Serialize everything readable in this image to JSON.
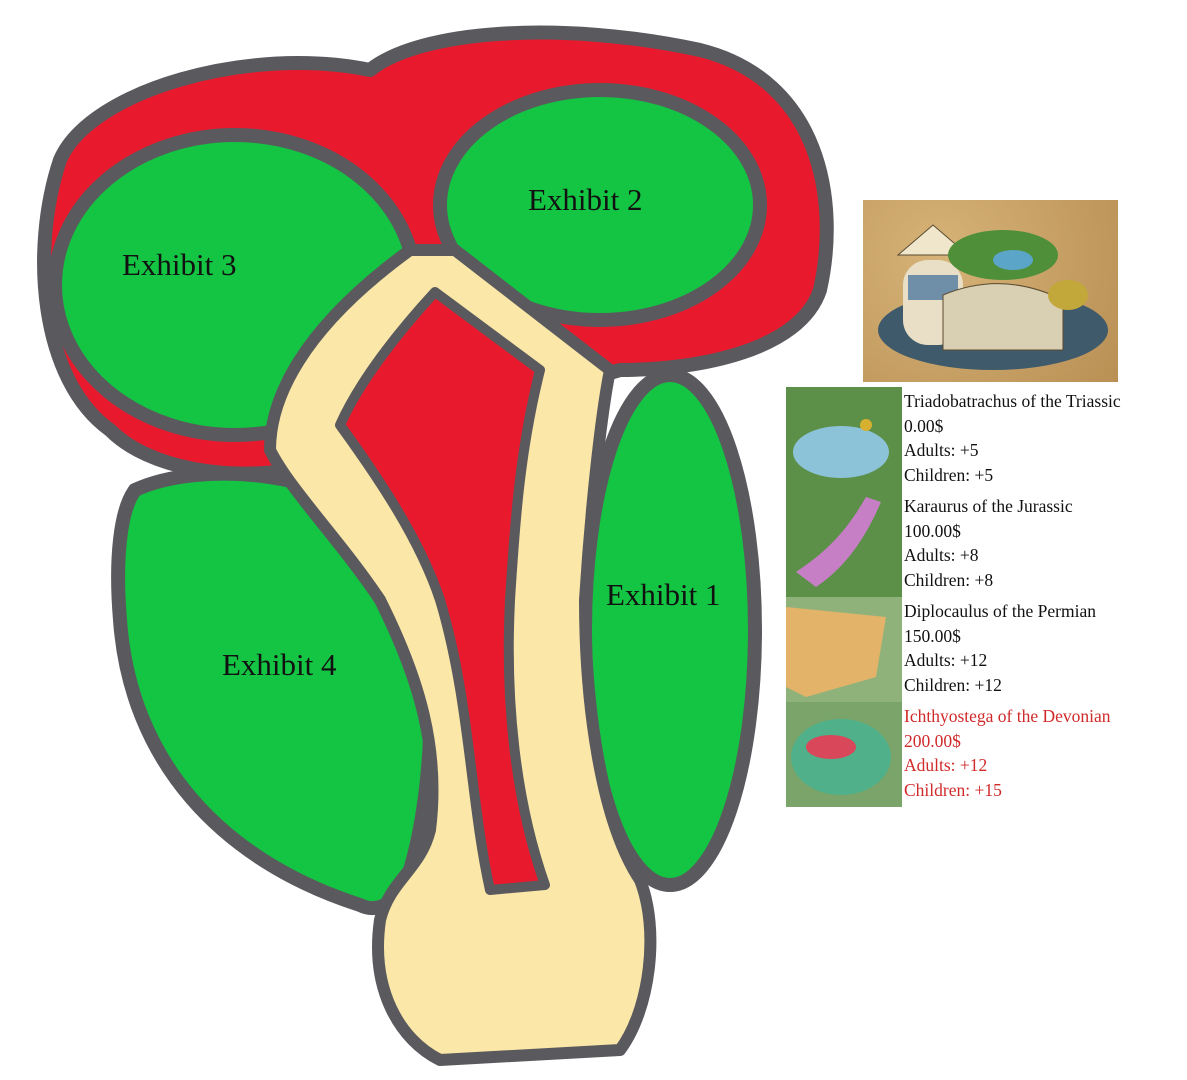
{
  "map": {
    "exhibits": [
      {
        "id": 1,
        "label": "Exhibit 1"
      },
      {
        "id": 2,
        "label": "Exhibit 2"
      },
      {
        "id": 3,
        "label": "Exhibit 3"
      },
      {
        "id": 4,
        "label": "Exhibit 4"
      }
    ],
    "colors": {
      "exhibit": "#14c443",
      "restricted": "#e8192c",
      "path": "#fbe7a8",
      "border": "#5a5a5e"
    }
  },
  "building": {
    "icon": "aquarium-building-icon"
  },
  "animals": [
    {
      "name": "Triadobatrachus of the Triassic",
      "price": "0.00$",
      "adults": "Adults: +5",
      "children": "Children: +5",
      "color": "#1a1a1a",
      "thumb": "blue-frog"
    },
    {
      "name": "Karaurus of the Jurassic",
      "price": "100.00$",
      "adults": "Adults: +8",
      "children": "Children: +8",
      "color": "#1a1a1a",
      "thumb": "pink-salamander"
    },
    {
      "name": "Diplocaulus of the Permian",
      "price": "150.00$",
      "adults": "Adults: +12",
      "children": "Children: +12",
      "color": "#1a1a1a",
      "thumb": "orange-diplocaulus"
    },
    {
      "name": "Ichthyostega of the Devonian",
      "price": "200.00$",
      "adults": "Adults: +12",
      "children": "Children: +15",
      "color": "#d02a2a",
      "thumb": "green-ichthyostega"
    }
  ]
}
